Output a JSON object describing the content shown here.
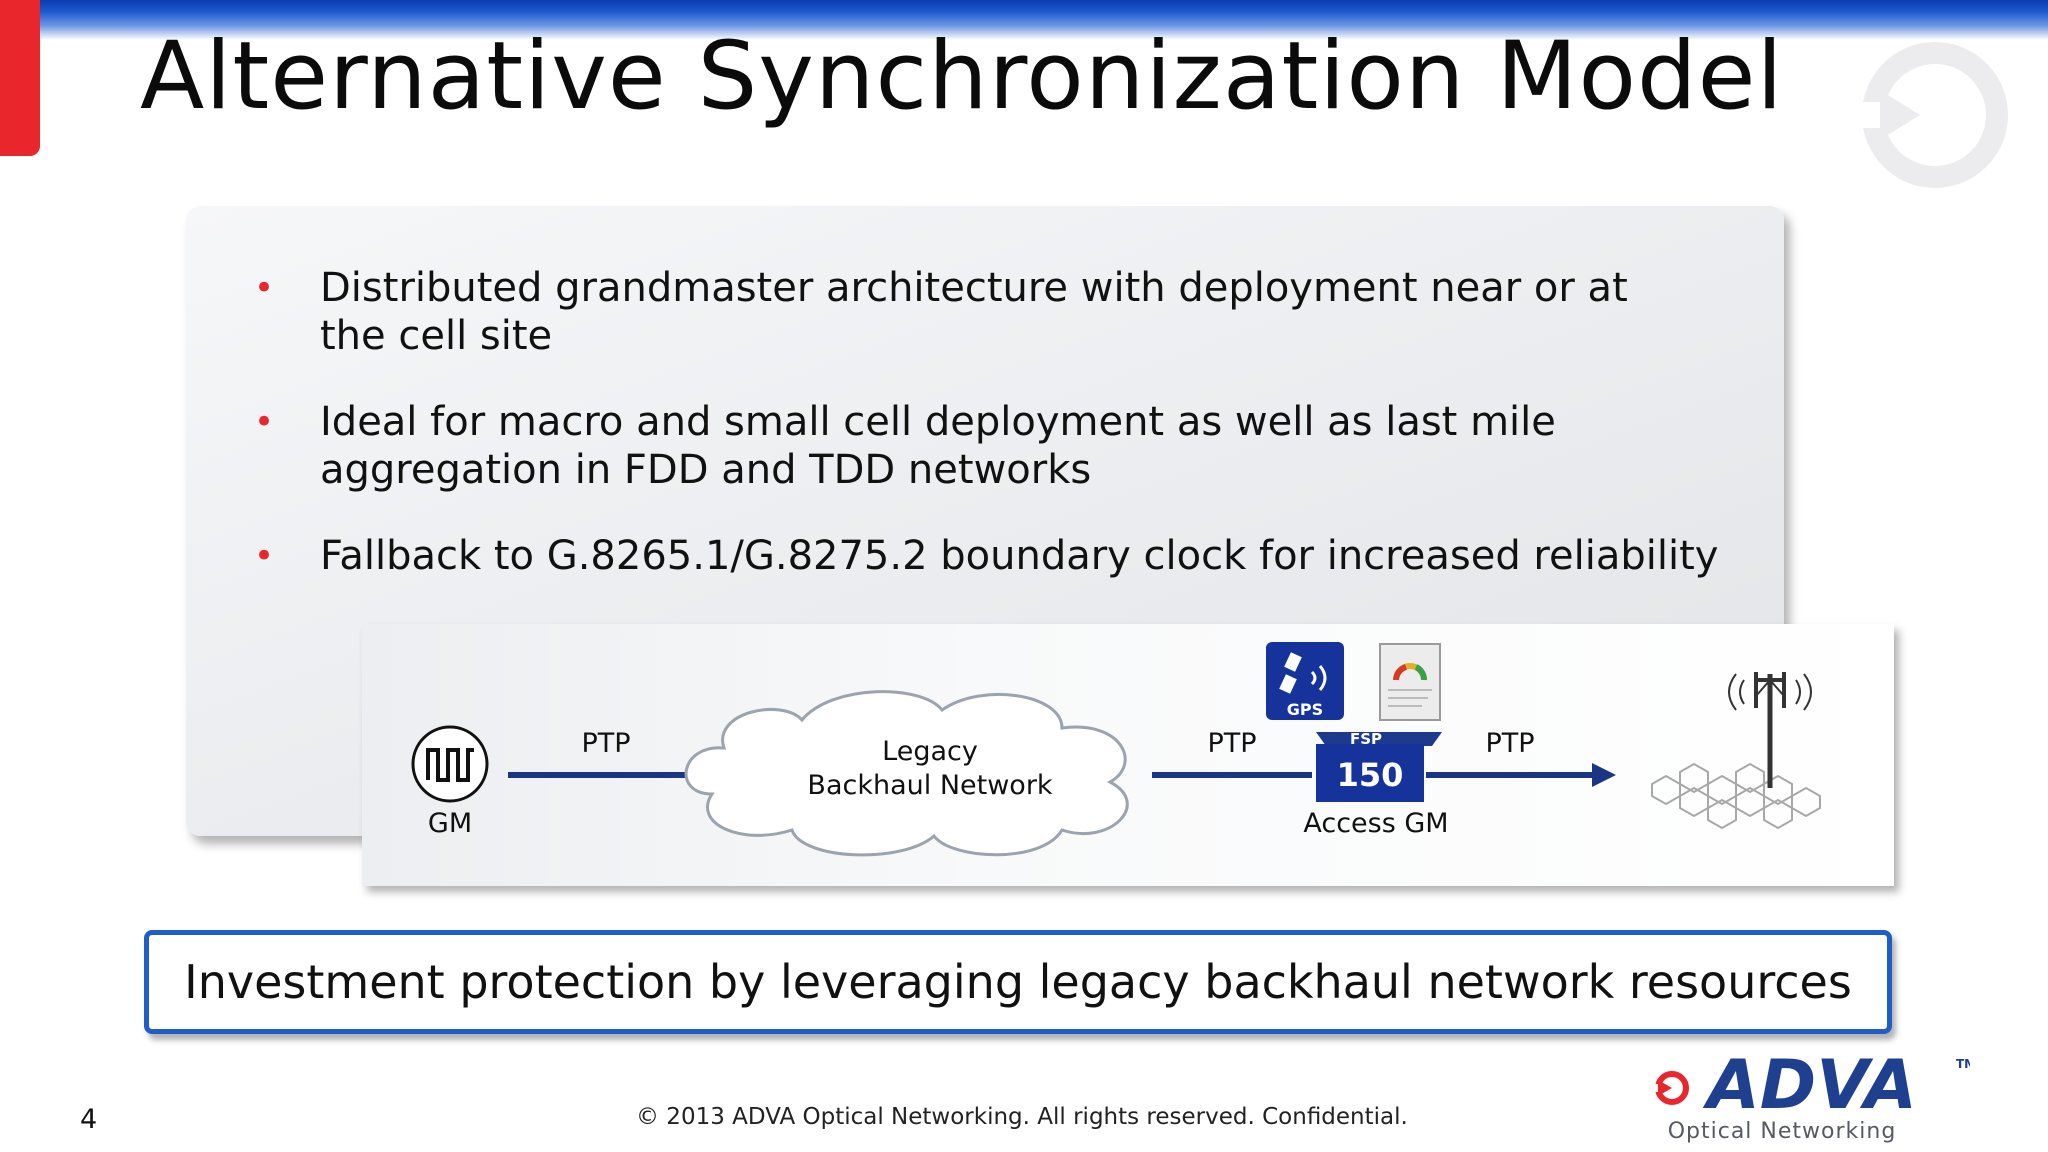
{
  "slide": {
    "title": "Alternative Synchronization Model",
    "bullets": [
      {
        "line1": "Distributed grandmaster architecture with deployment near or at",
        "line2": "the cell site"
      },
      {
        "line1": "Ideal for macro and small cell deployment as well as last mile",
        "line2": "aggregation in FDD and TDD networks"
      },
      {
        "line1": "Fallback to G.8265.1/G.8275.2 boundary clock for increased reliability",
        "line2": ""
      }
    ],
    "bullet_symbol": "•",
    "highlight": "Investment protection by leveraging legacy backhaul network resources",
    "page_number": "4",
    "copyright": "© 2013 ADVA Optical Networking. All rights reserved. Confidential."
  },
  "diagram": {
    "gm_label": "GM",
    "ptp_label_1": "PTP",
    "cloud_line1": "Legacy",
    "cloud_line2": "Backhaul Network",
    "ptp_label_2": "PTP",
    "ptp_label_3": "PTP",
    "gps_label": "GPS",
    "device_brand": "FSP",
    "device_model": "150",
    "device_label": "Access GM"
  },
  "logo": {
    "brand": "ADVA",
    "trademark": "TM",
    "subtitle": "Optical Networking"
  },
  "colors": {
    "accent_red": "#e8262c",
    "brand_blue": "#1f3f8f",
    "box_border": "#1f5ec8",
    "link_line": "#1b3585"
  },
  "icons": [
    "clock-pulse-icon",
    "cloud-icon",
    "gps-satellite-icon",
    "gauge-report-icon",
    "fsp150-device-icon",
    "cell-tower-icon",
    "hex-cell-grid-icon"
  ]
}
